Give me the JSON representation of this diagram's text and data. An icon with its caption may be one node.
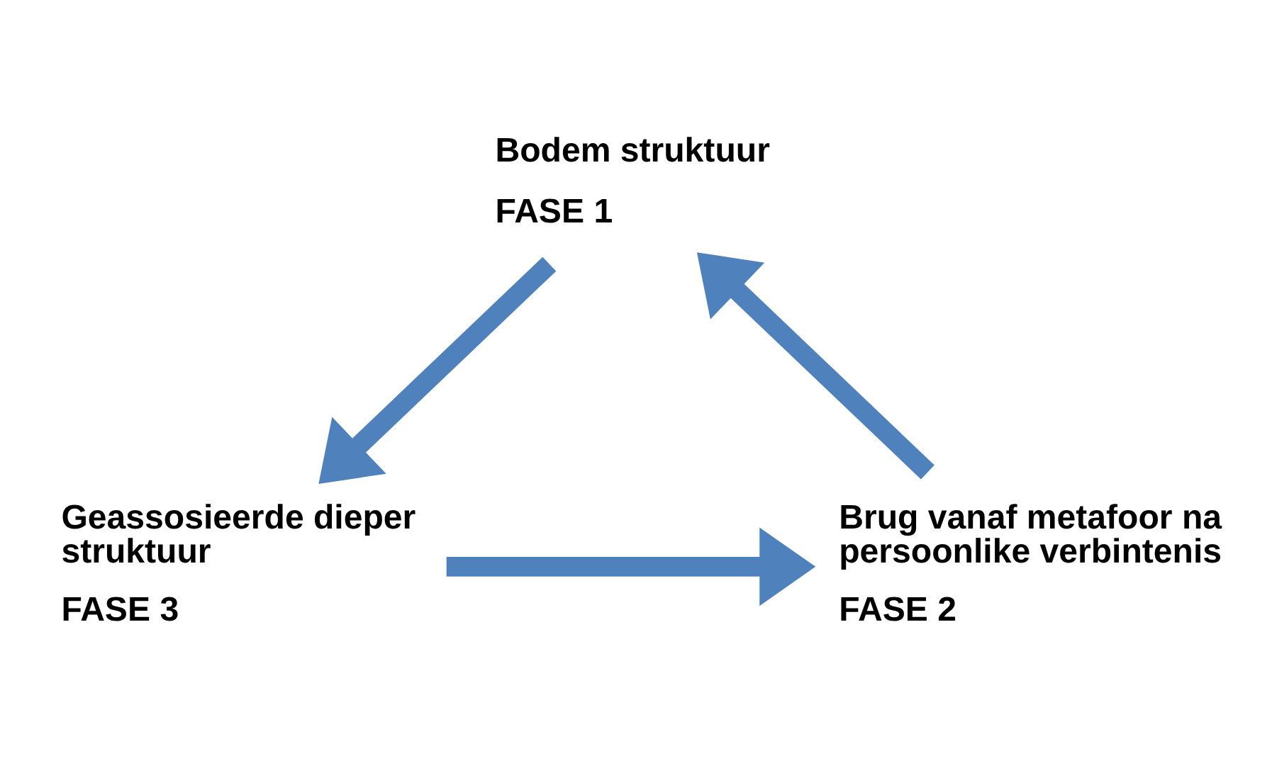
{
  "diagram": {
    "nodes": [
      {
        "text": [
          "Bodem struktuur",
          "FASE 1"
        ]
      },
      {
        "text": [
          "Geassosieerde dieper struktuur",
          "FASE 3"
        ]
      },
      {
        "text": [
          "Brug vanaf metafoor na persoonlike verbintenis",
          "FASE 2"
        ]
      }
    ],
    "edges": [
      {
        "from": 0,
        "to": 1,
        "arrow": "to"
      },
      {
        "from": 1,
        "to": 2,
        "arrow": "to"
      },
      {
        "from": 2,
        "to": 0,
        "arrow": "to"
      }
    ]
  }
}
